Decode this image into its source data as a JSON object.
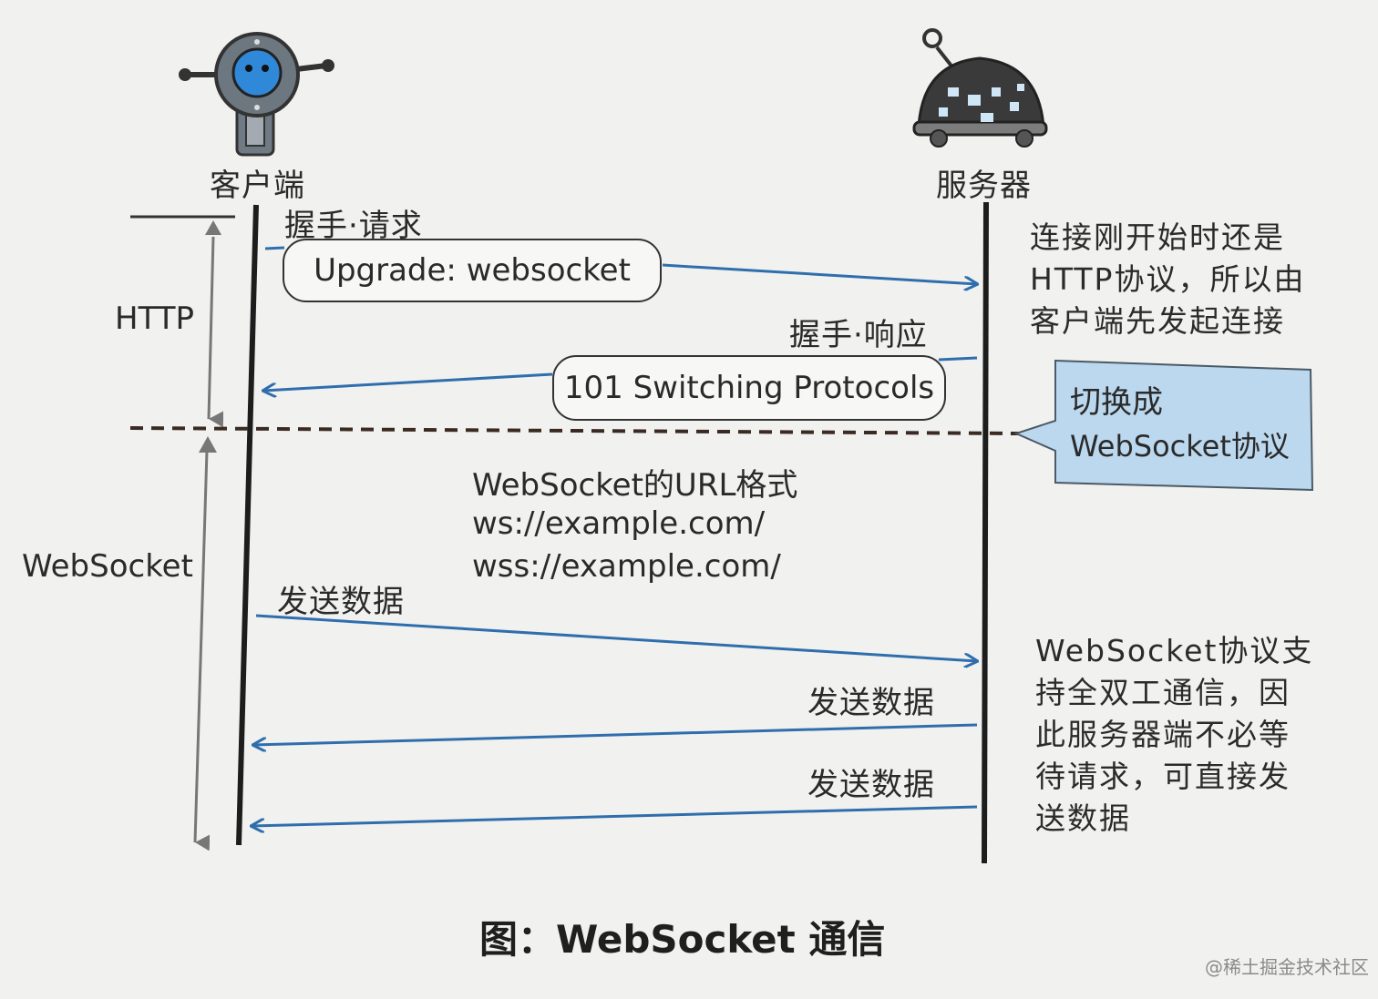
{
  "actors": {
    "client": "客户端",
    "server": "服务器"
  },
  "phases": {
    "http": "HTTP",
    "websocket": "WebSocket"
  },
  "messages": {
    "handshake_request_label": "握手·请求",
    "handshake_request_header": "Upgrade: websocket",
    "handshake_response_label": "握手·响应",
    "handshake_response_status": "101 Switching Protocols",
    "send_1": "发送数据",
    "send_2": "发送数据",
    "send_3": "发送数据"
  },
  "url_format": {
    "title": "WebSocket的URL格式",
    "ws": "ws://example.com/",
    "wss": "wss://example.com/"
  },
  "notes": {
    "http_start": [
      "连接刚开始时还是",
      "HTTP协议，所以由",
      "客户端先发起连接"
    ],
    "switch": [
      "切换成",
      "WebSocket协议"
    ],
    "full_duplex": [
      "WebSocket协议支",
      "持全双工通信，因",
      "此服务器端不必等",
      "待请求，可直接发",
      "送数据"
    ]
  },
  "caption": "图：WebSocket 通信",
  "watermark": "@稀土掘金技术社区",
  "colors": {
    "arrow": "#2f6ead",
    "callout_fill": "#bcd8ee",
    "line": "#1d1d1d"
  }
}
